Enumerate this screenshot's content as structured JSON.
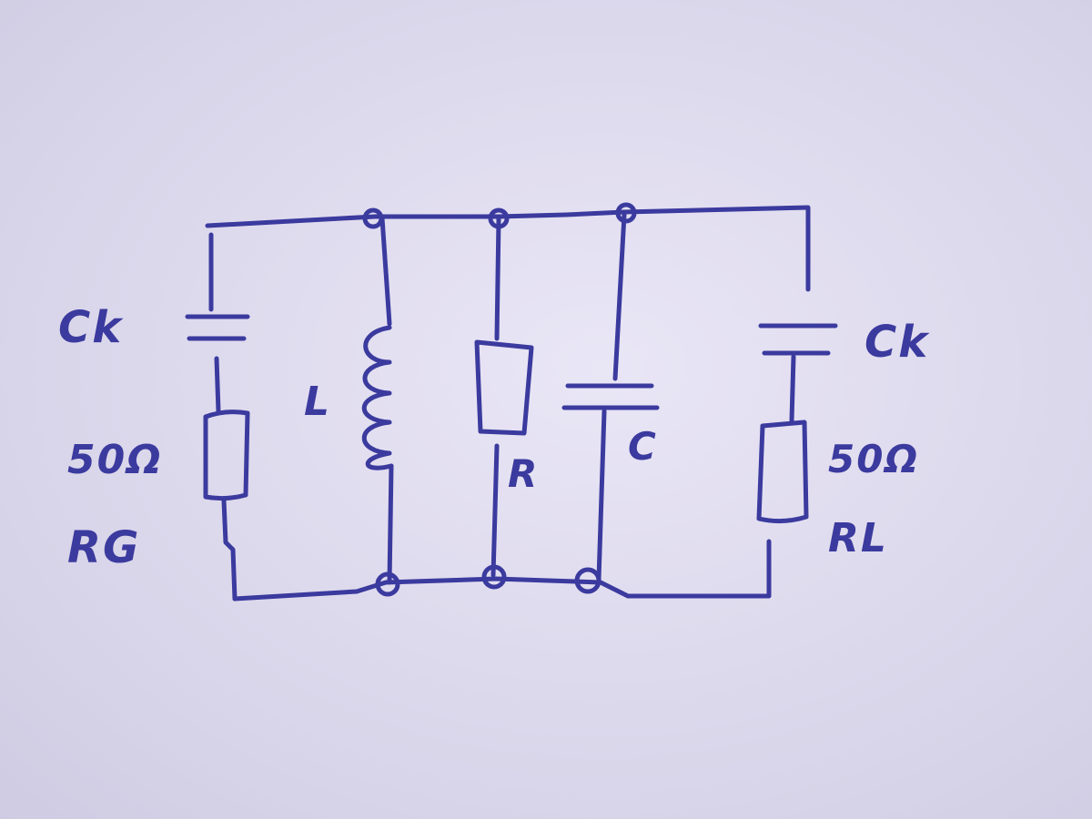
{
  "labels": {
    "ck_left": "Ck",
    "r_g_value": "50Ω",
    "r_g": "RG",
    "l": "L",
    "r": "R",
    "c": "C",
    "ck_right": "Ck",
    "r_l_value": "50Ω",
    "r_l": "RL"
  },
  "colors": {
    "ink": "#3b3a9e",
    "paper": "#e4e1f3"
  }
}
